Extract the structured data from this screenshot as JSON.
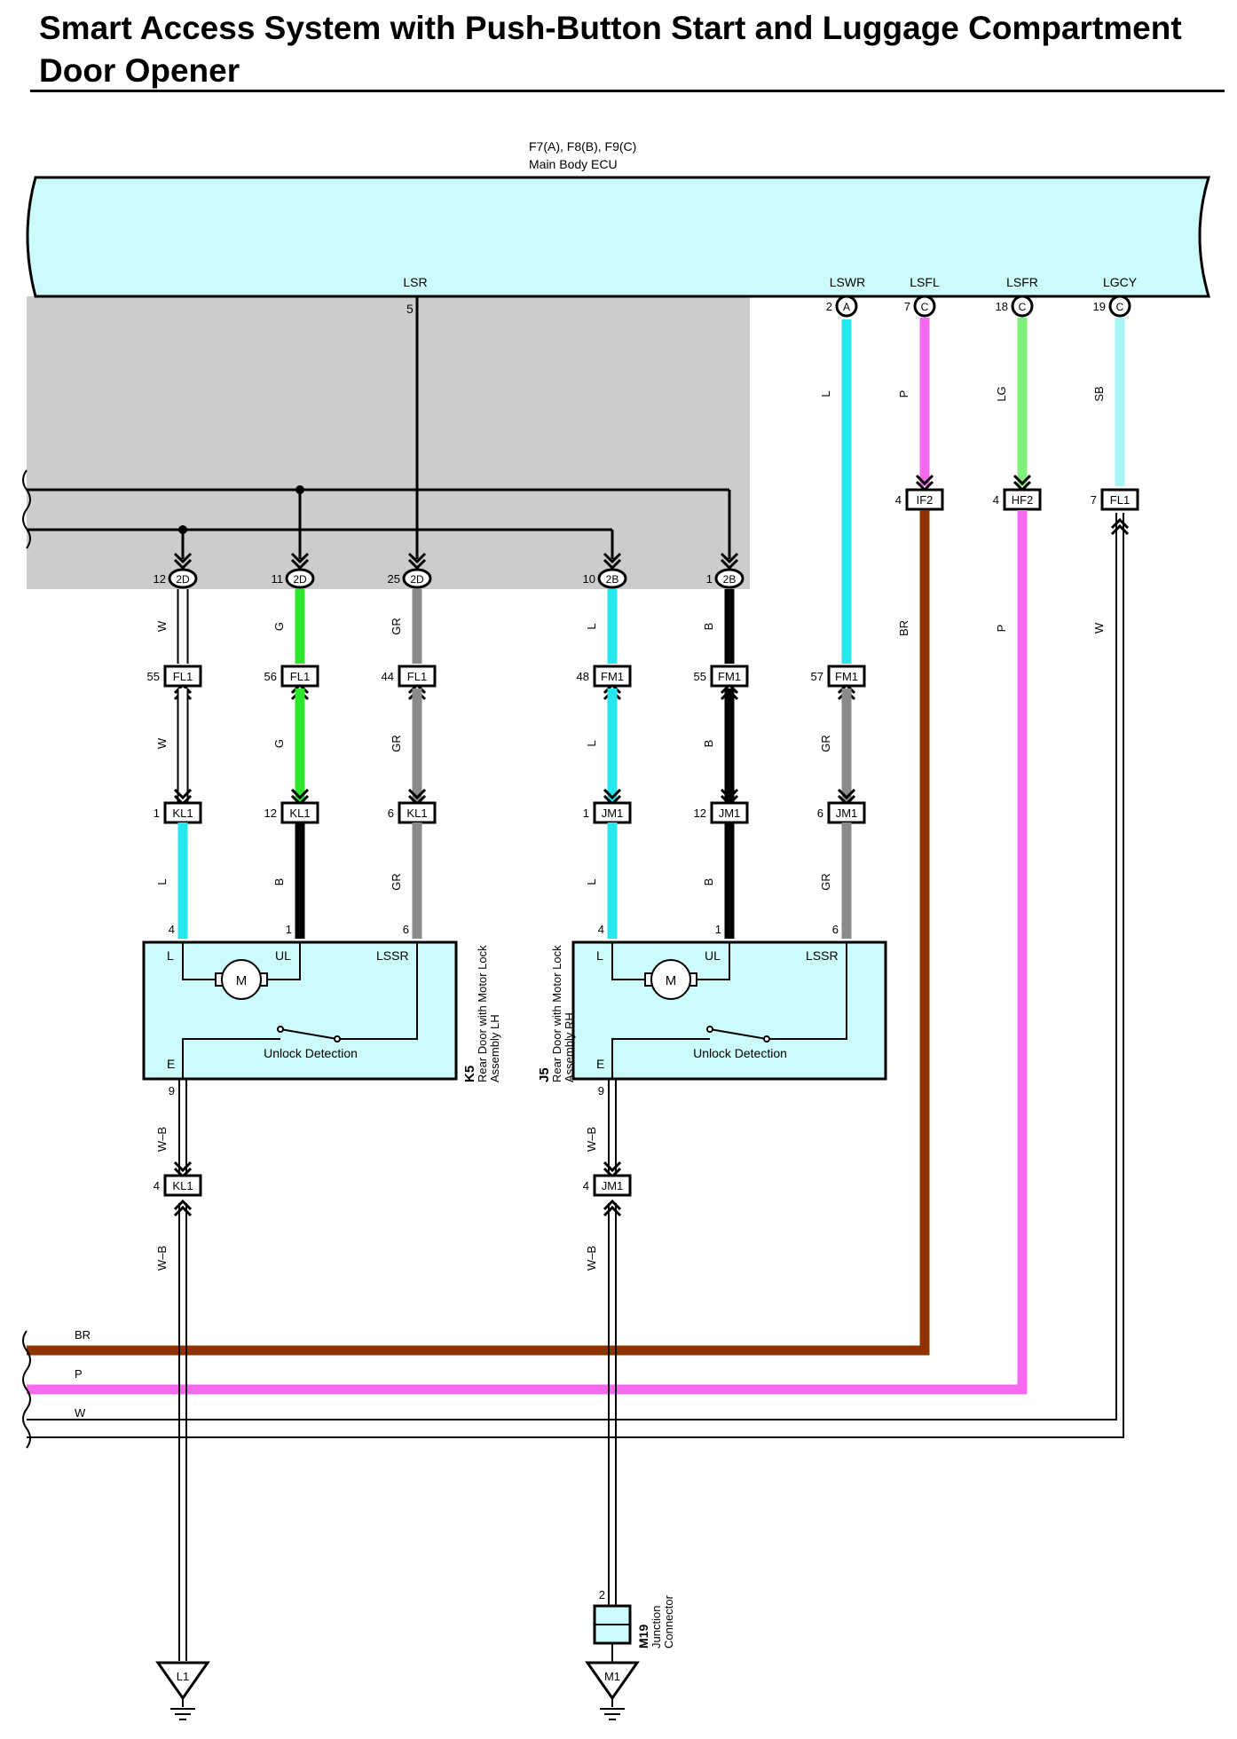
{
  "title": "Smart Access System with Push-Button Start and Luggage Compartment Door Opener",
  "ecu": {
    "connectors": "F7(A), F8(B), F9(C)",
    "name": "Main Body ECU",
    "terminals": [
      {
        "label": "LSR",
        "pin": "5",
        "conn": ""
      },
      {
        "label": "LSWR",
        "pin": "2",
        "conn": "A"
      },
      {
        "label": "LSFL",
        "pin": "7",
        "conn": "C"
      },
      {
        "label": "LSFR",
        "pin": "18",
        "conn": "C"
      },
      {
        "label": "LGCY",
        "pin": "19",
        "conn": "C"
      }
    ]
  },
  "colors": {
    "L": "#26e6ee",
    "G": "#2ee62e",
    "GR": "#8a8a8a",
    "B": "#000000",
    "W": "#ffffff",
    "P": "#f76af0",
    "LG": "#80f07c",
    "SB": "#a6f4f4",
    "BR": "#8c3300",
    "shade": "#cccccc",
    "body": "#ccfbfb"
  },
  "wires": [
    {
      "wire": "W",
      "conn2D": "12",
      "c2": "2D",
      "p_mid": "55",
      "c_mid": "FL1",
      "w_mid": "W",
      "p_low": "1",
      "c_low": "KL1",
      "w_low": "L",
      "pin": "4"
    },
    {
      "wire": "G",
      "conn2D": "11",
      "c2": "2D",
      "p_mid": "56",
      "c_mid": "FL1",
      "w_mid": "G",
      "p_low": "12",
      "c_low": "KL1",
      "w_low": "B",
      "pin": "1"
    },
    {
      "wire": "GR",
      "conn2D": "25",
      "c2": "2D",
      "p_mid": "44",
      "c_mid": "FL1",
      "w_mid": "GR",
      "p_low": "6",
      "c_low": "KL1",
      "w_low": "GR",
      "pin": "6"
    },
    {
      "wire": "L",
      "conn2D": "10",
      "c2": "2B",
      "p_mid": "48",
      "c_mid": "FM1",
      "w_mid": "L",
      "p_low": "1",
      "c_low": "JM1",
      "w_low": "L",
      "pin": "4"
    },
    {
      "wire": "B",
      "conn2D": "1",
      "c2": "2B",
      "p_mid": "55",
      "c_mid": "FM1",
      "w_mid": "B",
      "p_low": "12",
      "c_low": "JM1",
      "w_low": "B",
      "pin": "1"
    },
    {
      "wire": "L",
      "conn2D": "",
      "c2": "",
      "p_mid": "57",
      "c_mid": "FM1",
      "w_mid": "GR",
      "p_low": "6",
      "c_low": "JM1",
      "w_low": "GR",
      "pin": "6"
    }
  ],
  "right_wires": [
    {
      "upper": "P",
      "pin": "4",
      "conn": "IF2",
      "lower": "BR"
    },
    {
      "upper": "LG",
      "pin": "4",
      "conn": "HF2",
      "lower": "P"
    },
    {
      "upper": "SB",
      "pin": "7",
      "conn": "FL1",
      "lower": "W"
    }
  ],
  "lh": {
    "terminals": [
      "L",
      "UL",
      "LSSR",
      "E"
    ],
    "motor": "M",
    "switch": "Unlock Detection",
    "code": "K5",
    "name": "Rear Door with Motor Lock Assembly LH",
    "name_l1": "Rear Door with Motor Lock",
    "name_l2": "Assembly LH",
    "ground_pin": "9",
    "ground_wire": "W–B",
    "ground_conn_pin": "4",
    "ground_conn": "KL1",
    "ground": "L1"
  },
  "rh": {
    "terminals": [
      "L",
      "UL",
      "LSSR",
      "E"
    ],
    "motor": "M",
    "switch": "Unlock Detection",
    "code": "J5",
    "name": "Rear Door with Motor Lock Assembly RH",
    "name_l1": "Rear Door with Motor Lock",
    "name_l2": "Assembly RH",
    "ground_pin": "9",
    "ground_wire": "W–B",
    "ground_conn_pin": "4",
    "ground_conn": "JM1",
    "junction_pin": "2",
    "junction": "M19",
    "junction_name": "Junction Connector",
    "junction_l1": "Junction",
    "junction_l2": "Connector",
    "ground": "M1"
  },
  "bottom_bus": [
    {
      "wire": "BR"
    },
    {
      "wire": "P"
    },
    {
      "wire": "W"
    }
  ]
}
